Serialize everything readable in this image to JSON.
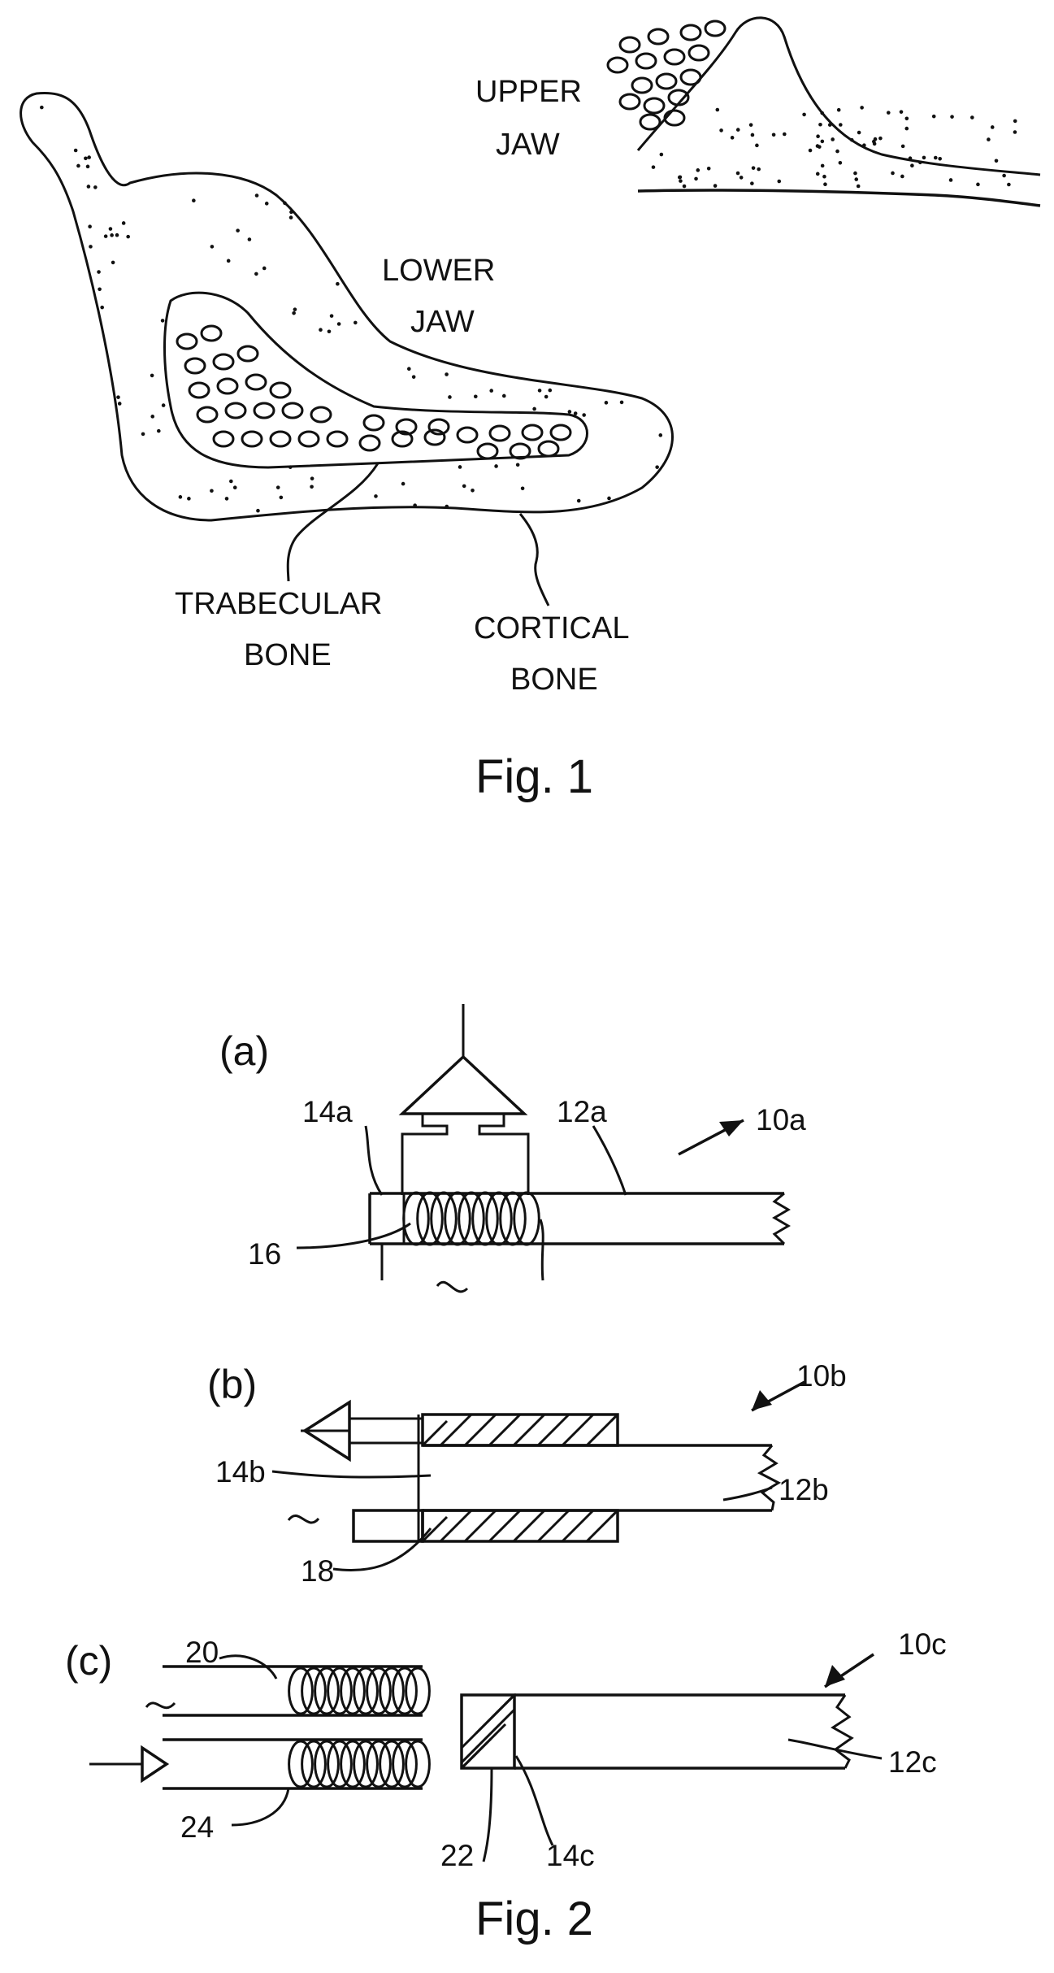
{
  "fig1": {
    "caption": "Fig. 1",
    "upper_jaw": [
      "UPPER",
      "JAW"
    ],
    "lower_jaw": [
      "LOWER",
      "JAW"
    ],
    "trabecular": [
      "TRABECULAR",
      "BONE"
    ],
    "cortical": [
      "CORTICAL",
      "BONE"
    ]
  },
  "fig2": {
    "caption": "Fig. 2",
    "panel_a": {
      "tag": "(a)",
      "labels": {
        "l14a": "14a",
        "l12a": "12a",
        "l10a": "10a",
        "l16": "16"
      }
    },
    "panel_b": {
      "tag": "(b)",
      "labels": {
        "l10b": "10b",
        "l14b": "14b",
        "l12b": "12b",
        "l18": "18"
      }
    },
    "panel_c": {
      "tag": "(c)",
      "labels": {
        "l10c": "10c",
        "l20": "20",
        "l12c": "12c",
        "l14c": "14c",
        "l22": "22",
        "l24": "24"
      }
    }
  }
}
